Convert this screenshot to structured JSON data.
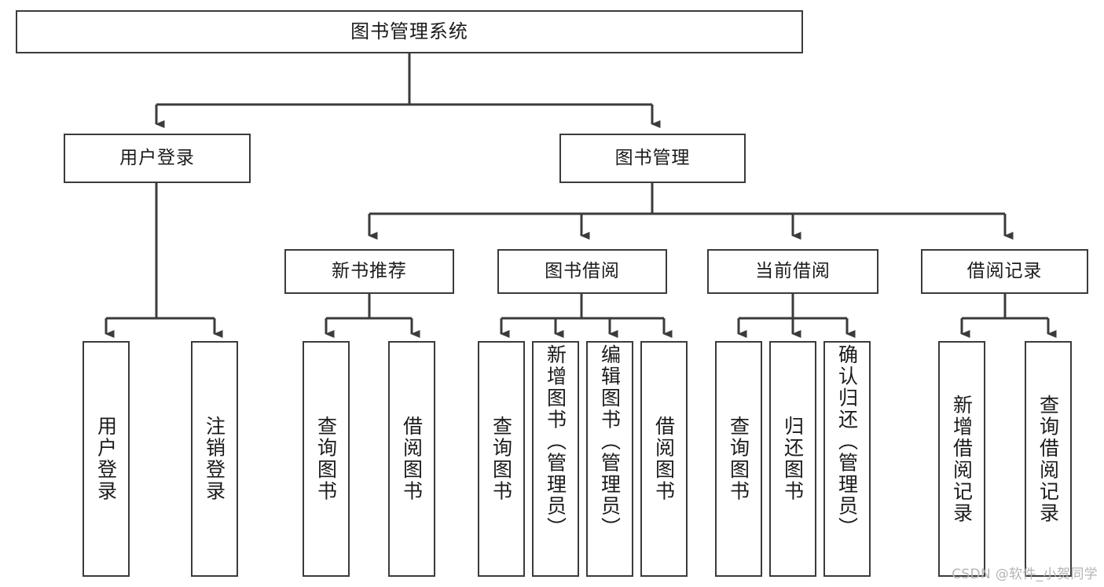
{
  "diagram": {
    "type": "tree-hierarchy",
    "title": "图书管理系统",
    "watermark": "CSDN @软件_小贺同学",
    "colors": {
      "box_border": "#3b3b3b",
      "box_fill": "#ffffff",
      "connector": "#3b3b3b",
      "text": "#1b1b1b",
      "watermark": "#b4b4b4",
      "background": "#ffffff"
    },
    "nodes": {
      "root": {
        "label": "图书管理系统"
      },
      "level1": [
        {
          "id": "user-login",
          "label": "用户登录"
        },
        {
          "id": "book-manage",
          "label": "图书管理"
        }
      ],
      "level2": [
        {
          "id": "new-book-recommend",
          "label": "新书推荐",
          "parent": "book-manage"
        },
        {
          "id": "book-borrow",
          "label": "图书借阅",
          "parent": "book-manage"
        },
        {
          "id": "current-borrow",
          "label": "当前借阅",
          "parent": "book-manage"
        },
        {
          "id": "borrow-record",
          "label": "借阅记录",
          "parent": "book-manage"
        }
      ],
      "leaves": {
        "user-login": [
          {
            "id": "leaf-user-login",
            "label": "用户登录"
          },
          {
            "id": "leaf-logout",
            "label": "注销登录"
          }
        ],
        "new-book-recommend": [
          {
            "id": "leaf-query-book-1",
            "label": "查询图书"
          },
          {
            "id": "leaf-borrow-book-1",
            "label": "借阅图书"
          }
        ],
        "book-borrow": [
          {
            "id": "leaf-query-book-2",
            "label": "查询图书"
          },
          {
            "id": "leaf-add-book",
            "label": "新增图书（管理员）"
          },
          {
            "id": "leaf-edit-book",
            "label": "编辑图书（管理员）"
          },
          {
            "id": "leaf-borrow-book-2",
            "label": "借阅图书"
          }
        ],
        "current-borrow": [
          {
            "id": "leaf-query-book-3",
            "label": "查询图书"
          },
          {
            "id": "leaf-return-book",
            "label": "归还图书"
          },
          {
            "id": "leaf-confirm-return",
            "label": "确认归还（管理员）"
          }
        ],
        "borrow-record": [
          {
            "id": "leaf-add-record",
            "label": "新增借阅记录"
          },
          {
            "id": "leaf-query-record",
            "label": "查询借阅记录"
          }
        ]
      }
    }
  }
}
